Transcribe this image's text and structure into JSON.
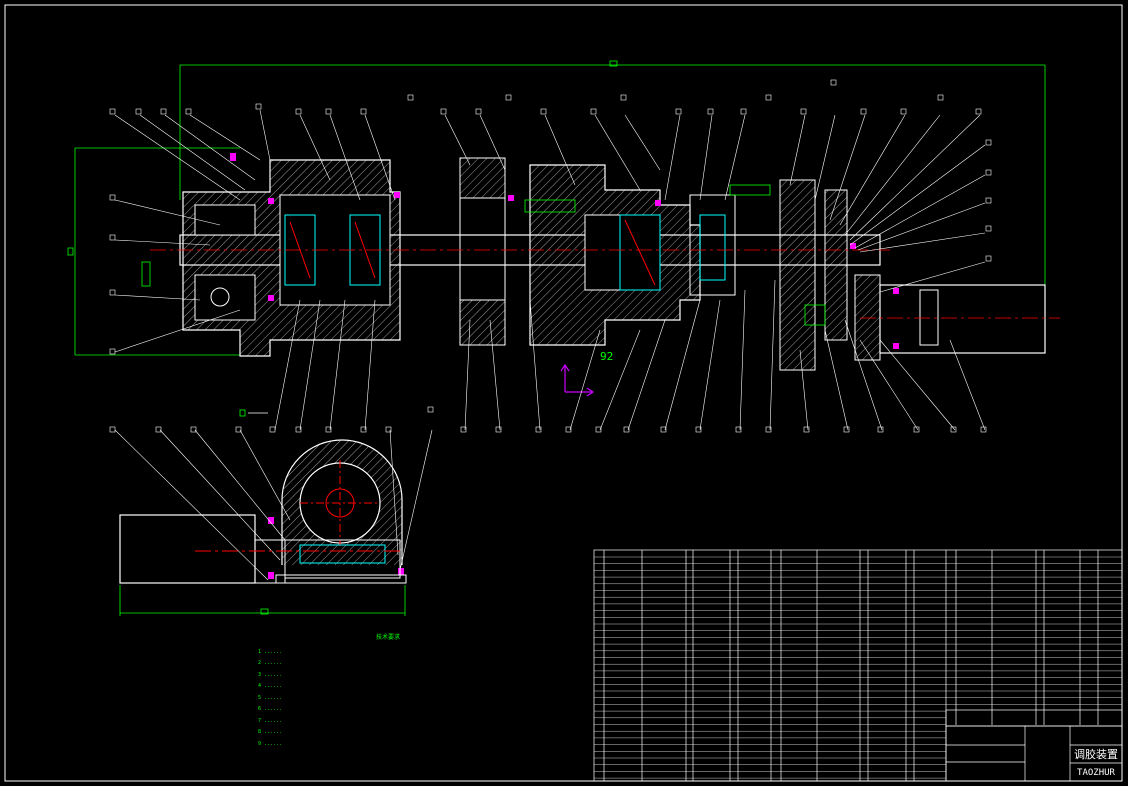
{
  "drawing": {
    "title_block": {
      "name": "调胶装置",
      "code": "TAOZHUR"
    },
    "section_label": "92",
    "notes_title": "技术要求",
    "notes": [
      "1 ......",
      "2 ......",
      "3 ......",
      "4 ......",
      "5 ......",
      "6 ......",
      "7 ......",
      "8 ......",
      "9 ......"
    ],
    "colors": {
      "background": "#000000",
      "outline": "#ffffff",
      "dimension": "#00ff00",
      "hatch": "#00ffff",
      "centerline": "#ff0000",
      "part": "#ff00ff",
      "axis": "#cc00ff"
    }
  }
}
